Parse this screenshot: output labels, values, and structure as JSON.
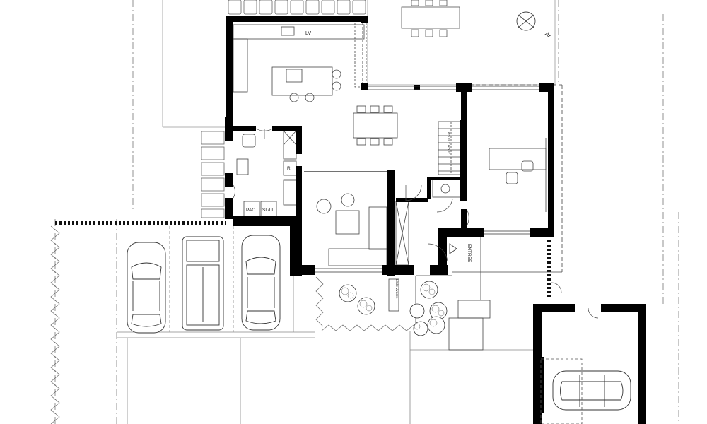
{
  "plan": {
    "labels": {
      "laundry_sink": "LV",
      "heat_pump": "PAC",
      "washer_dryer": "SL/LL",
      "fridge": "R",
      "entrance": "ENTRÉE",
      "planter": "Lit de vivaces",
      "north": "N",
      "stair_note": "15 CM x 25 CM"
    }
  }
}
